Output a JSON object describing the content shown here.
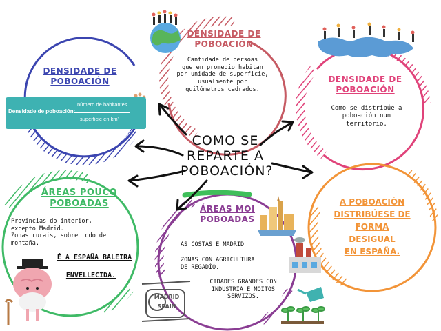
{
  "center": {
    "line1": "COMO SE",
    "line2": "REPARTE A",
    "line3": "POBOACIÓN?"
  },
  "nodes": {
    "blue": {
      "title1": "DENSIDADE DE",
      "title2": "POBOACIÓN",
      "formula_label": "Densidade de poboación:",
      "formula_top": "número de habitantes",
      "formula_bottom": "superficie en  km²"
    },
    "red": {
      "title1": "DENSIDADE DE",
      "title2": "POBOACIÓN",
      "body": [
        "Cantidade de persoas",
        "que en promedio habitan",
        "por unidade de superficie,",
        "usualmente por",
        "quilómetros cadrados."
      ]
    },
    "pink": {
      "title1": "DENSIDADE DE",
      "title2": "POBOACIÓN",
      "body": [
        "Como se distribúe a",
        "poboación nun",
        "territorio."
      ]
    },
    "green": {
      "title1": "ÁREAS POUCO",
      "title2": "POBOADAS",
      "body": [
        "Provincias do interior,",
        "excepto Madrid.",
        "Zonas rurais, sobre todo de",
        "montaña."
      ],
      "note1": "É A ESPAÑA BALEIRA",
      "note2": "ENVELLECIDA."
    },
    "purple": {
      "title1": "ÁREAS MOI",
      "title2": "POBOADAS",
      "items": [
        "AS COSTAS E MADRID",
        "ZONAS CON AGRICULTURA",
        "DE REGADÍO.",
        "CIDADES GRANDES CON",
        "INDUSTRIA E MOITOS",
        "SERVIZOS."
      ],
      "stamp1": "MADRID",
      "stamp2": "SPAIN"
    },
    "orange": {
      "lines": [
        "A POBOACIÓN",
        "DISTRIBÚESE DE",
        "FORMA DESIGUAL",
        "EN ESPAÑA."
      ]
    }
  },
  "colors": {
    "blue": "#3b45b0",
    "red": "#c65a63",
    "pink": "#e0437a",
    "green": "#3fba66",
    "purple": "#8a3d93",
    "orange": "#f29438",
    "highlight": "#3fbf5a",
    "teal": "#3eb2b2"
  }
}
